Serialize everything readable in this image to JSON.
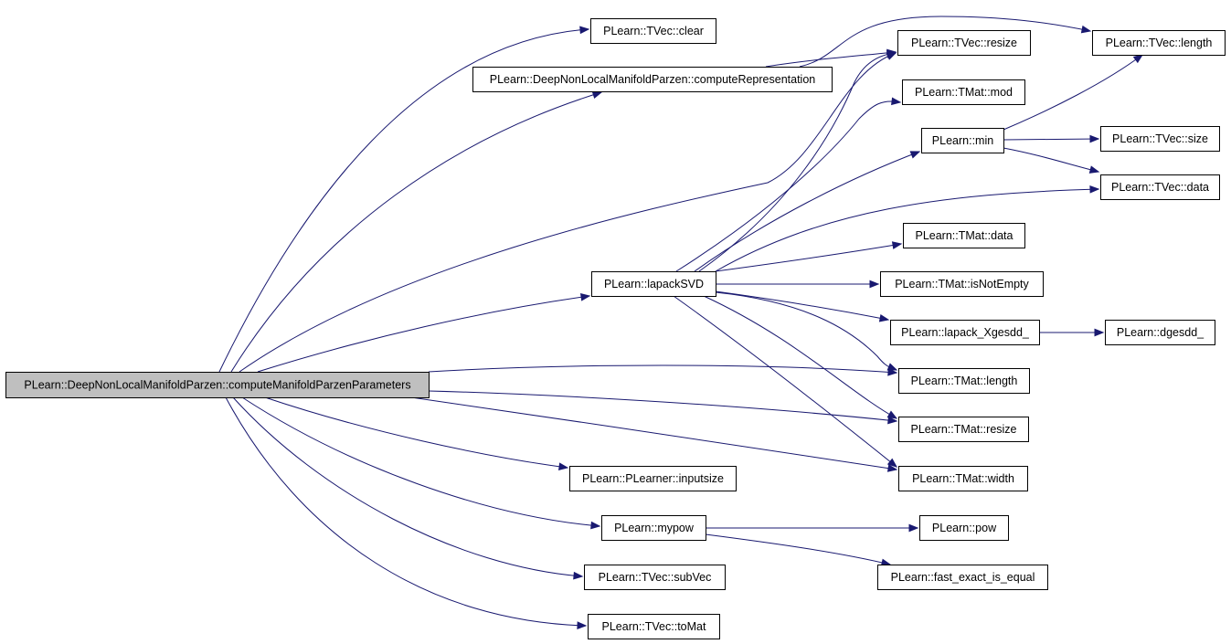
{
  "colors": {
    "edge": "#191970",
    "root_fill": "#bfbfbf",
    "node_fill": "#ffffff",
    "border": "#000000"
  },
  "nodes": {
    "root": "PLearn::DeepNonLocalManifoldParzen::computeManifoldParzenParameters",
    "tvec_clear": "PLearn::TVec::clear",
    "compute_representation": "PLearn::DeepNonLocalManifoldParzen::computeRepresentation",
    "tvec_resize": "PLearn::TVec::resize",
    "tvec_length": "PLearn::TVec::length",
    "tmat_mod": "PLearn::TMat::mod",
    "min": "PLearn::min",
    "tvec_size": "PLearn::TVec::size",
    "tvec_data": "PLearn::TVec::data",
    "tmat_data": "PLearn::TMat::data",
    "lapack_svd": "PLearn::lapackSVD",
    "tmat_isnotempty": "PLearn::TMat::isNotEmpty",
    "lapack_xgesdd": "PLearn::lapack_Xgesdd_",
    "dgesdd": "PLearn::dgesdd_",
    "tmat_length": "PLearn::TMat::length",
    "tmat_resize": "PLearn::TMat::resize",
    "tmat_width": "PLearn::TMat::width",
    "inputsize": "PLearn::PLearner::inputsize",
    "mypow": "PLearn::mypow",
    "pow": "PLearn::pow",
    "fast_exact_is_equal": "PLearn::fast_exact_is_equal",
    "subvec": "PLearn::TVec::subVec",
    "tomat": "PLearn::TVec::toMat"
  }
}
